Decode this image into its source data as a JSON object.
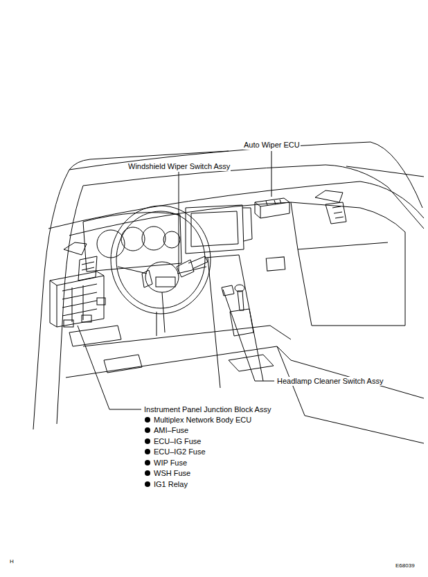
{
  "diagram": {
    "labels": [
      "Auto Wiper ECU",
      "Windshield Wiper Switch Assy",
      "Headlamp Cleaner Switch Assy",
      "Instrument Panel Junction Block Assy",
      "Multiplex Network Body ECU",
      "AMI–Fuse",
      "ECU–IG Fuse",
      "ECU–IG2 Fuse",
      "WIP Fuse",
      "WSH Fuse",
      "IG1 Relay",
      "H",
      "E68039"
    ]
  }
}
